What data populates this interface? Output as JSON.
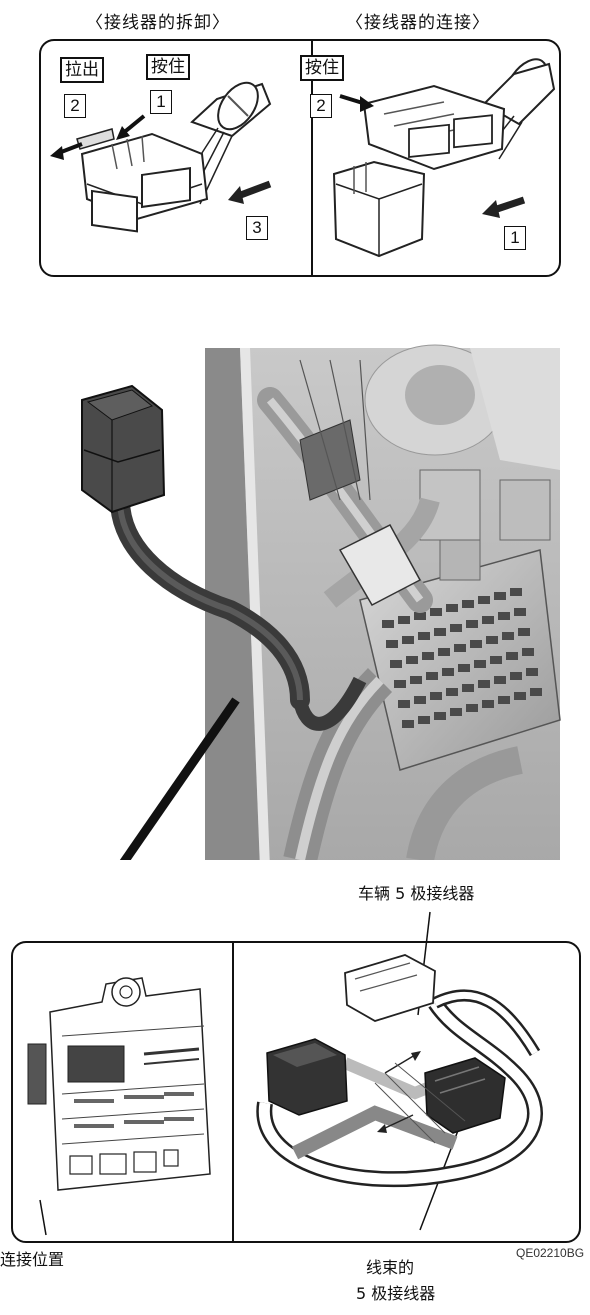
{
  "top_panel": {
    "left_title": "〈接线器的拆卸〉",
    "right_title": "〈接线器的连接〉",
    "left_labels": {
      "pull_out": "拉出",
      "press": "按住",
      "step2": "2",
      "step1": "1",
      "step3": "3"
    },
    "right_labels": {
      "press": "按住",
      "step2": "2",
      "step1": "1"
    }
  },
  "bottom_panel": {
    "vehicle_connector_label": "车辆 5 极接线器",
    "connection_position_label": "连接位置",
    "harness_connector_label_line1": "线束的",
    "harness_connector_label_line2": "5 极接线器",
    "figure_code": "QE02210BG"
  }
}
